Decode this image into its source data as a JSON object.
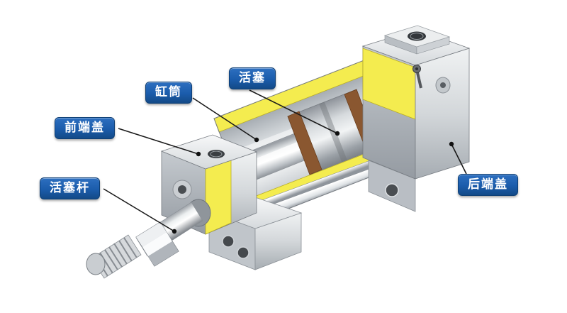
{
  "figure": {
    "type": "cutaway-diagram",
    "subject": "pneumatic-cylinder-cross-section",
    "labels": {
      "cylinder_barrel": "缸筒",
      "piston": "活塞",
      "front_end_cover": "前端盖",
      "piston_rod": "活塞杆",
      "rear_end_cover": "后端盖"
    },
    "colors": {
      "background": "#ffffff",
      "label_bg": "#1b5cab",
      "label_text": "#ffffff",
      "leader_line": "#1a1a1a",
      "section_yellow": "#f4ec4f",
      "seal_brown": "#8a5730",
      "metal_light": "#f2f4f5",
      "metal_mid": "#c7ccd1",
      "metal_dark": "#8f959c"
    }
  }
}
